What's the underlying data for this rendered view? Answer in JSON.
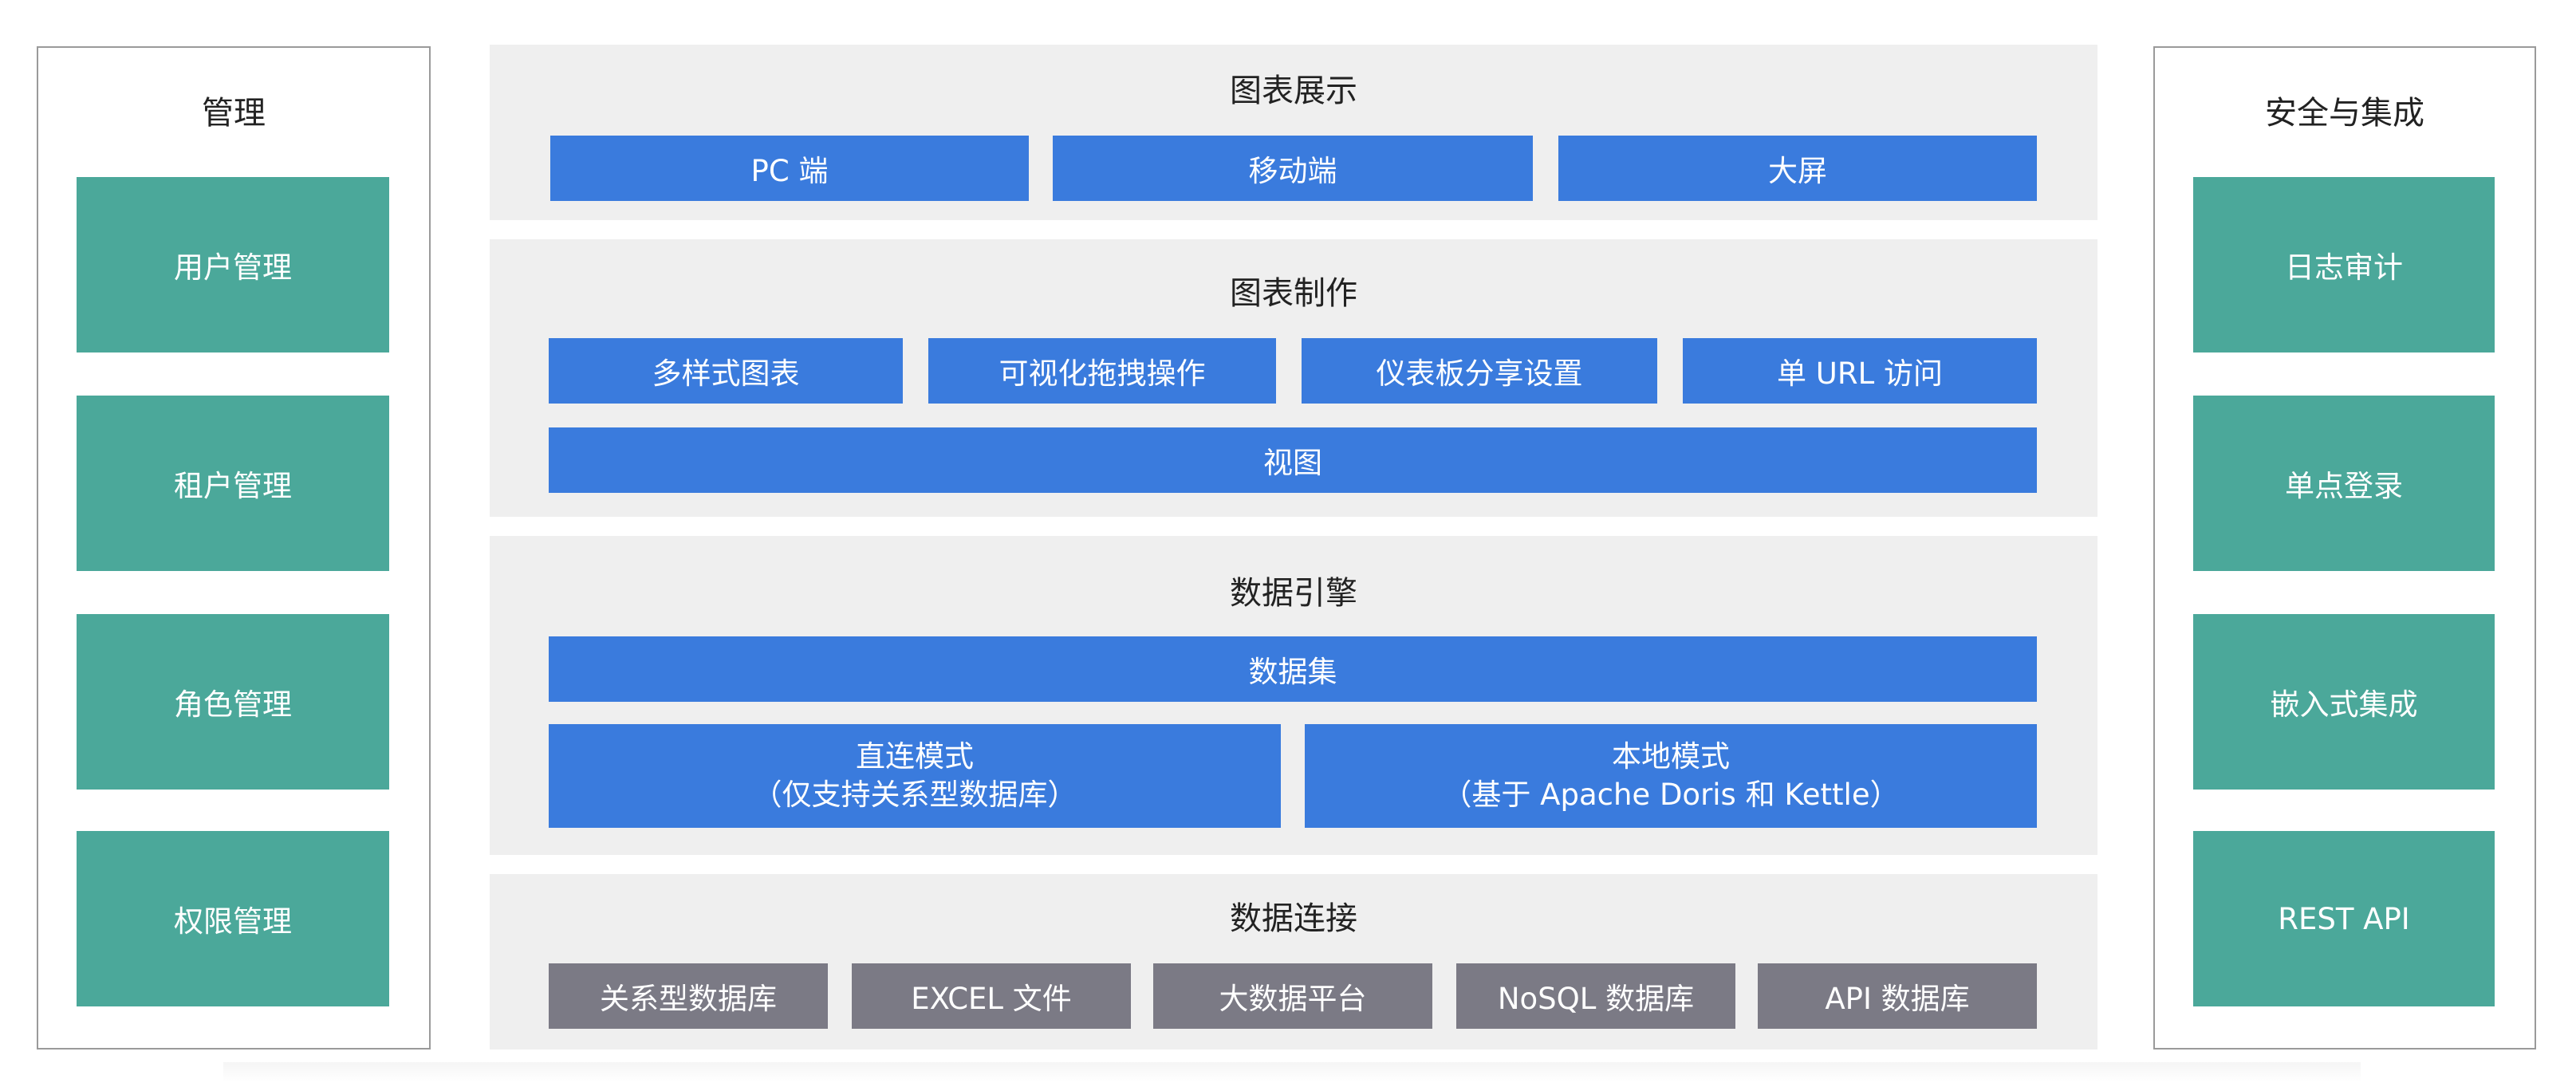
{
  "left_panel": {
    "title": "管理",
    "items": [
      "用户管理",
      "租户管理",
      "角色管理",
      "权限管理"
    ]
  },
  "right_panel": {
    "title": "安全与集成",
    "items": [
      "日志审计",
      "单点登录",
      "嵌入式集成",
      "REST API"
    ]
  },
  "layers": {
    "display": {
      "title": "图表展示",
      "items": [
        "PC 端",
        "移动端",
        "大屏"
      ]
    },
    "making": {
      "title": "图表制作",
      "items": [
        "多样式图表",
        "可视化拖拽操作",
        "仪表板分享设置",
        "单 URL 访问"
      ],
      "view": "视图"
    },
    "engine": {
      "title": "数据引擎",
      "dataset": "数据集",
      "direct_mode": {
        "line1": "直连模式",
        "line2": "（仅支持关系型数据库）"
      },
      "local_mode": {
        "line1": "本地模式",
        "line2": "（基于 Apache Doris 和 Kettle）"
      }
    },
    "connection": {
      "title": "数据连接",
      "items": [
        "关系型数据库",
        "EXCEL 文件",
        "大数据平台",
        "NoSQL 数据库",
        "API 数据库"
      ]
    }
  },
  "colors": {
    "green": "#4ba89a",
    "blue": "#3a7bdd",
    "gray": "#7b7a85",
    "layer_bg": "#efefef",
    "panel_border": "#9a9a9a"
  }
}
